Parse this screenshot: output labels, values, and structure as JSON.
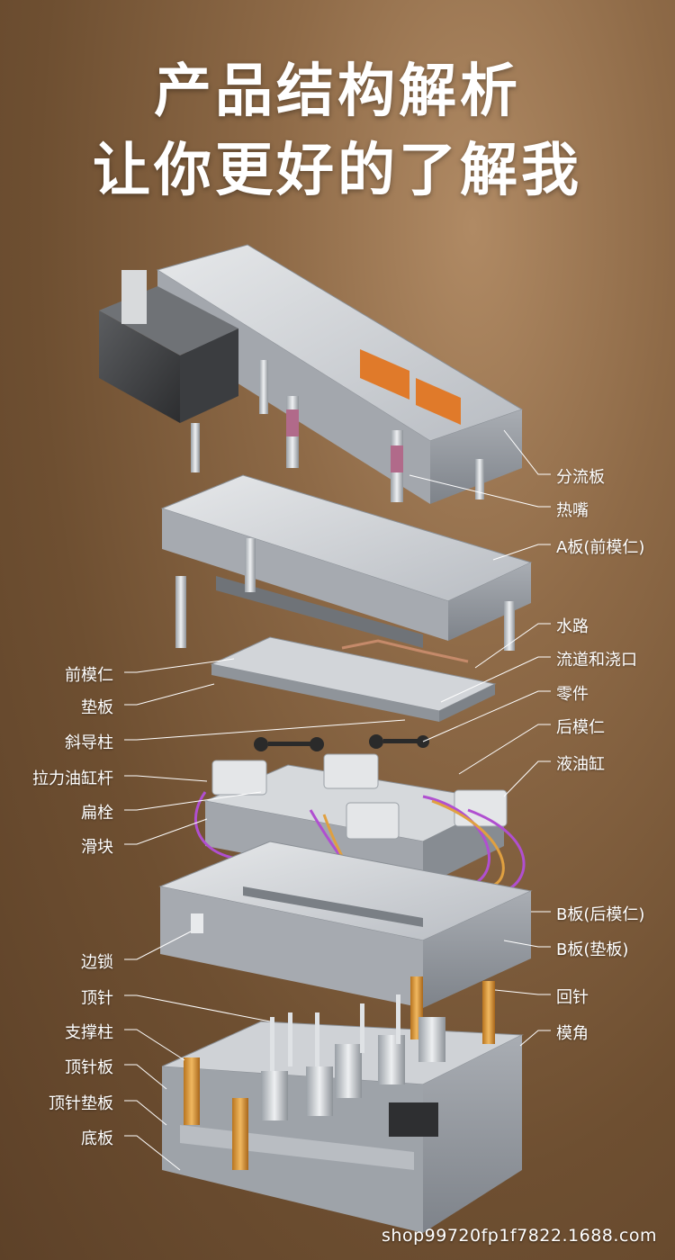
{
  "header": {
    "line1": "产品结构解析",
    "line2": "让你更好的了解我"
  },
  "labels_right": [
    "分流板",
    "热嘴",
    "A板(前模仁)",
    "水路",
    "流道和浇口",
    "零件",
    "后模仁",
    "液油缸",
    "B板(后模仁)",
    "B板(垫板)",
    "回针",
    "模角"
  ],
  "labels_left": [
    "前模仁",
    "垫板",
    "斜导柱",
    "拉力油缸杆",
    "扁栓",
    "滑块",
    "边锁",
    "顶针",
    "支撑柱",
    "顶针板",
    "顶针垫板",
    "底板"
  ],
  "footer": {
    "watermark": "shop99720fp1f7822.1688.com"
  },
  "colors": {
    "background": "#7a5a3a",
    "steel": "#c9ccd0",
    "warning_label": "#e07a2a",
    "support_pillar": "#d99a3a",
    "hose_purple": "#b04fd0",
    "hose_orange": "#e0a040"
  }
}
